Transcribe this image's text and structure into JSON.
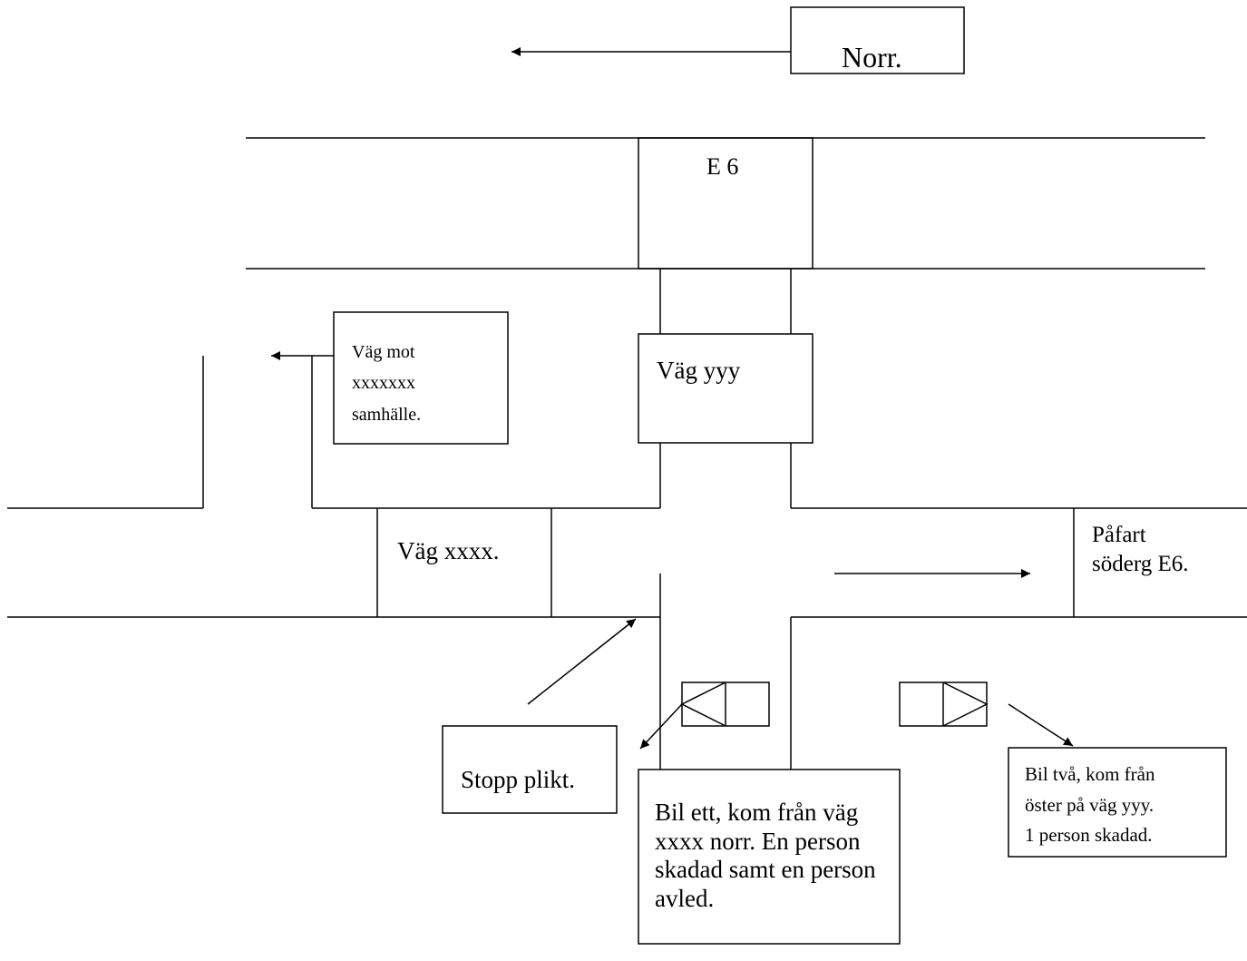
{
  "labels": {
    "north": "Norr.",
    "e6": "E 6",
    "road_yyy": "Väg yyy",
    "road_to_town_line1": "Väg mot",
    "road_to_town_line2": "xxxxxxx",
    "road_to_town_line3": "samhälle.",
    "road_xxxx": "Väg xxxx.",
    "onramp_line1": "Påfart",
    "onramp_line2": "söderg E6.",
    "stop_sign": "Stopp plikt.",
    "car_one_note": "Bil ett, kom från väg xxxx norr. En person skadad samt en person avled.",
    "car_two_line1": "Bil två, kom från",
    "car_two_line2": "öster på väg yyy.",
    "car_two_line3": "1 person skadad."
  }
}
